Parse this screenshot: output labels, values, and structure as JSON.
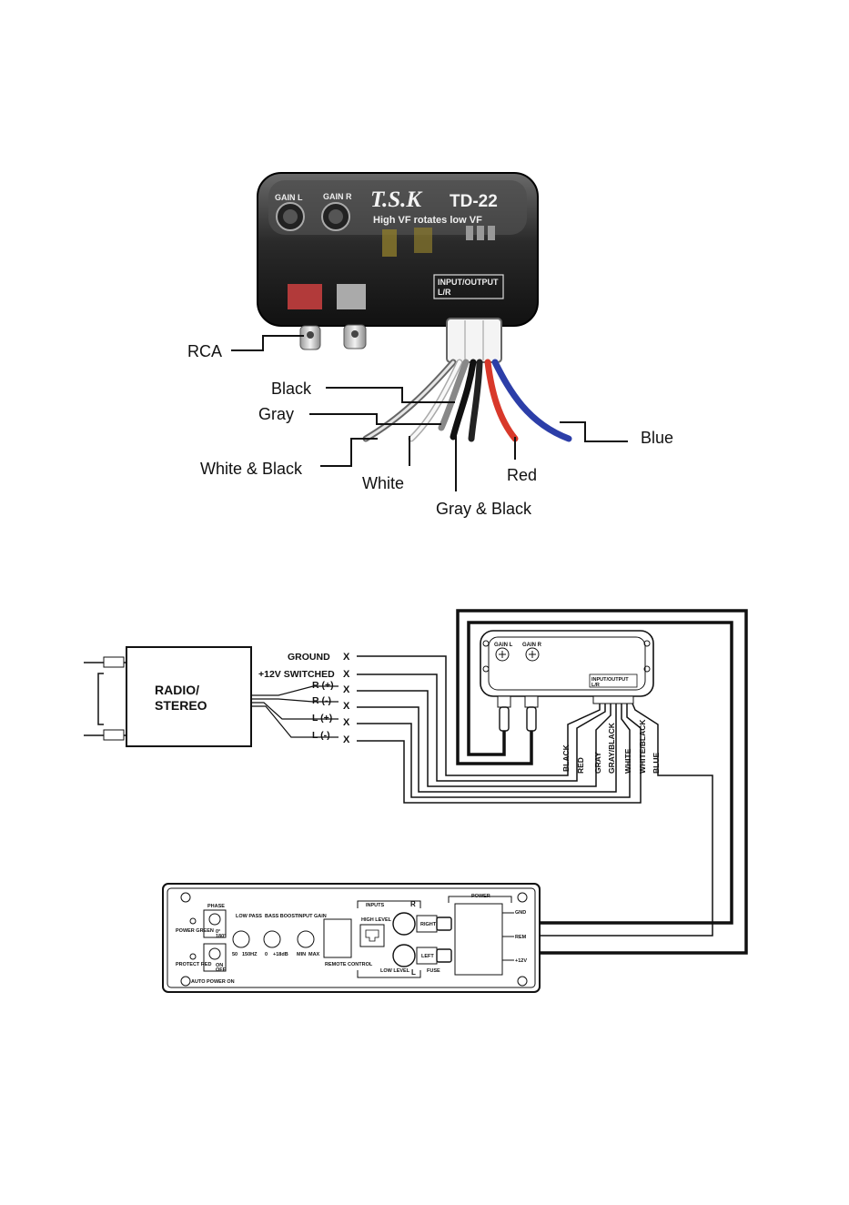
{
  "photo": {
    "brand": "T.S.K",
    "model": "TD-22",
    "subtitle": "High VF rotates low VF",
    "gain_l": "GAIN L",
    "gain_r": "GAIN R",
    "io_label_1": "INPUT/OUTPUT",
    "io_label_2": "L/R"
  },
  "callouts": {
    "rca": "RCA",
    "black": "Black",
    "gray": "Gray",
    "white_black": "White & Black",
    "white": "White",
    "gray_black": "Gray & Black",
    "red": "Red",
    "blue": "Blue"
  },
  "radio": {
    "line1": "RADIO/",
    "line2": "STEREO",
    "terminals": [
      "GROUND",
      "+12V SWITCHED",
      "R (+)",
      "R (-)",
      "L (+)",
      "L (-)"
    ],
    "marker": "X"
  },
  "converter": {
    "gain_l": "GAIN L",
    "gain_r": "GAIN R",
    "io_1": "INPUT/OUTPUT",
    "io_2": "L/R",
    "wires": [
      "BLACK",
      "RED",
      "GRAY",
      "GRAY/BLACK",
      "WHITE",
      "WHITE/BLACK",
      "BLUE"
    ]
  },
  "amp": {
    "phase": "PHASE",
    "phase_0": "0°",
    "phase_180": "180°",
    "power_green": "POWER GREEN",
    "protect_red": "PROTECT RED",
    "on": "ON",
    "off": "OFF",
    "auto_power_on": "AUTO POWER ON",
    "low_pass": "LOW PASS",
    "low_pass_range": [
      "50",
      "150HZ"
    ],
    "bass_boost": "BASS BOOST",
    "bass_range": [
      "0",
      "+18dB"
    ],
    "input_gain": "INPUT GAIN",
    "gain_range": [
      "MIN",
      "MAX"
    ],
    "remote_control": "REMOTE CONTROL",
    "inputs": "INPUTS",
    "high_level": "HIGH LEVEL",
    "low_level": "LOW LEVEL",
    "r": "R",
    "l": "L",
    "right": "RIGHT",
    "left": "LEFT",
    "fuse": "FUSE",
    "power": "POWER",
    "gnd": "GND",
    "rem": "REM",
    "v12": "+12V"
  }
}
